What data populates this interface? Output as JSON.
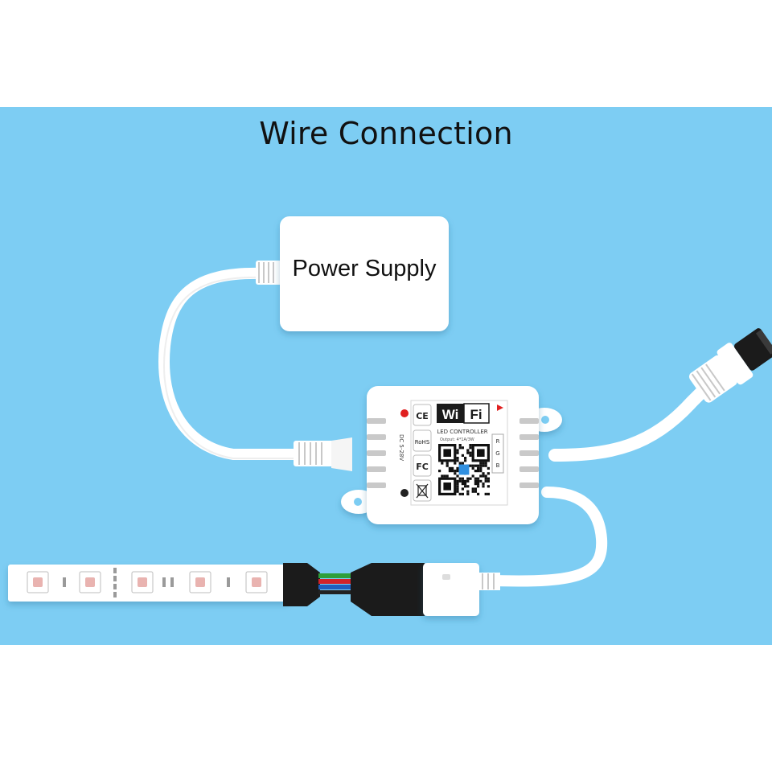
{
  "title": "Wire Connection",
  "power_supply": {
    "label": "Power Supply"
  },
  "controller": {
    "wifi_left": "Wi",
    "wifi_right": "Fi",
    "subtitle": "LED CONTROLLER",
    "output_text": "Output: 4*1A/3W",
    "voltage_text": "DC 5-28V",
    "cert_marks": [
      "CE",
      "RoHS",
      "FC",
      "WEEE"
    ],
    "pin_labels": [
      "R",
      "G",
      "B"
    ]
  },
  "colors": {
    "background": "#7dcdf3",
    "device_white": "#ffffff",
    "cable_white": "#ffffff",
    "connector_black": "#1b1b1b",
    "led_chip": "#e9b3b0",
    "wifi_badge": "#1b1b1b",
    "status_red": "#e02020"
  }
}
